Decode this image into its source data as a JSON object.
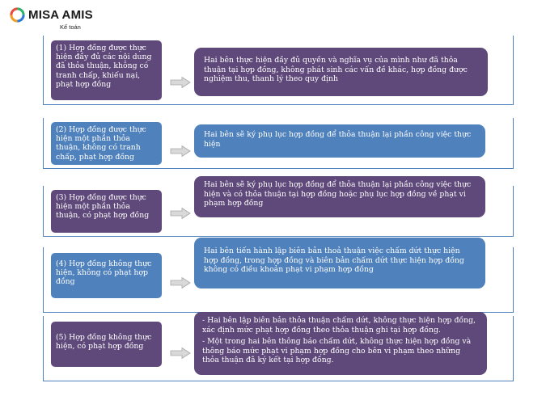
{
  "brand": {
    "name": "MISA AMIS",
    "sub": "Kế toán",
    "colors": {
      "green": "#2eb36b",
      "blue": "#2b7bd6",
      "orange": "#f39c24",
      "red": "#e74c3c"
    }
  },
  "colors": {
    "purple": "#5f497a",
    "blue": "#4f81bd",
    "frame": "#4f81bd"
  },
  "rows": [
    {
      "case": "(1) Hợp đồng được thực hiện đầy đủ các nội dung đã thỏa thuận, không có tranh chấp, khiếu nại, phạt hợp đồng",
      "result": "Hai bên thực hiện đầy đủ quyền và nghĩa vụ của mình như đã thỏa thuận tại hợp đồng, không phát sinh các vấn đề khác, hợp đồng được nghiệm thu, thanh lý theo quy định",
      "color": "purple"
    },
    {
      "case": "(2) Hợp đồng được thực hiện một phần thỏa thuận, không có tranh chấp, phạt hợp đồng",
      "result": "Hai bên sẽ ký phụ lục hợp đồng để thỏa thuận lại phần công việc thực hiện",
      "color": "blue"
    },
    {
      "case": "(3) Hợp đồng được thực hiện một phần thỏa thuận, có phạt hợp đồng",
      "result": "Hai bên sẽ ký phụ lục hợp đồng để thỏa thuận lại phần công việc thực hiện và có thỏa thuận tại hợp đồng hoặc phụ lục hợp đồng về phạt vi phạm hợp đồng",
      "color": "purple"
    },
    {
      "case": "(4) Hợp đồng không thực hiện, không có phạt hợp đồng",
      "result": "Hai bên tiến hành lập biên bản thoả thuận việc chấm dứt thực hiện hợp đồng, trong hợp đồng và biên bản chấm dứt thực hiện hợp đồng không có điều khoản phạt vi phạm hợp đồng",
      "color": "blue"
    },
    {
      "case": "(5) Hợp đồng không thực hiện, có phạt hợp đồng",
      "result_items": [
        "- Hai bên lập biên bản thỏa thuận chấm dứt, không thực hiện hợp đồng, xác định mức phạt hợp đồng theo thỏa thuận ghi tại hợp đồng.",
        "- Một trong hai bên thông báo chấm dứt, không thực hiện hợp đồng và thông báo mức phạt vi phạm hợp đồng cho bên vi phạm theo những thỏa thuận đã ký kết tại hợp đồng."
      ],
      "color": "purple"
    }
  ]
}
